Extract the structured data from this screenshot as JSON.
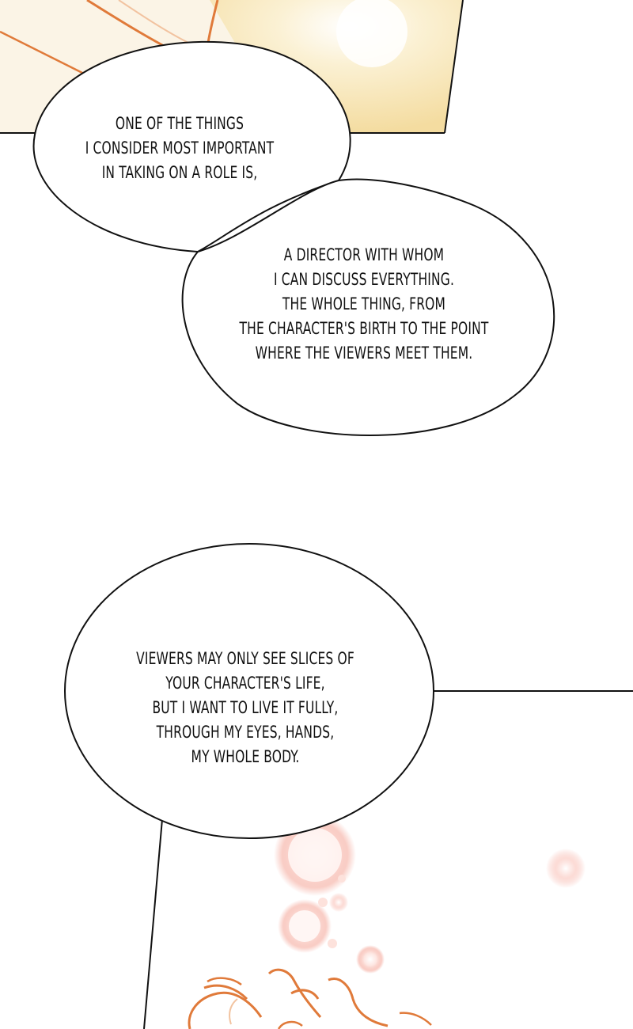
{
  "bubbles": [
    {
      "lines": [
        "ONE OF THE THINGS",
        "I CONSIDER MOST IMPORTANT",
        "IN TAKING ON A ROLE IS,"
      ]
    },
    {
      "lines": [
        "A DIRECTOR WITH WHOM",
        "I CAN DISCUSS EVERYTHING.",
        "THE WHOLE THING, FROM",
        "THE CHARACTER'S BIRTH TO THE POINT",
        "WHERE THE VIEWERS MEET THEM."
      ]
    },
    {
      "lines": [
        "VIEWERS MAY ONLY SEE SLICES OF",
        "YOUR CHARACTER'S LIFE,",
        "BUT I WANT TO LIVE IT FULLY,",
        "THROUGH MY EYES, HANDS,",
        "MY WHOLE BODY."
      ]
    }
  ],
  "colors": {
    "line_art": "#e07a3a",
    "glow": "#f3a79a",
    "sparkle": "#f2dfa6",
    "bubble_stroke": "#111111",
    "bubble_fill": "#ffffff"
  }
}
